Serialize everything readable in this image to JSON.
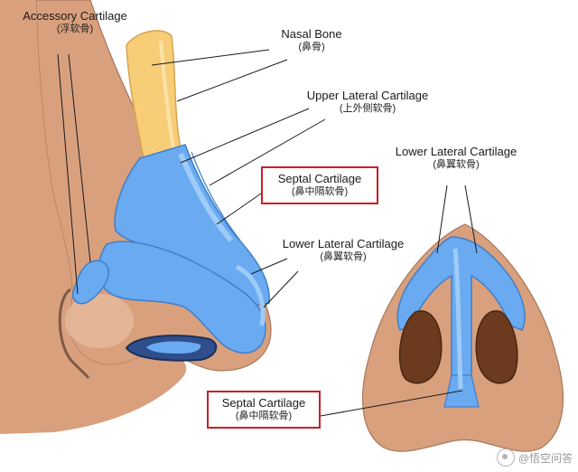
{
  "labels": {
    "accessory_en": "Accessory Cartilage",
    "accessory_zh": "(浮软骨)",
    "nasal_en": "Nasal Bone",
    "nasal_zh": "(鼻骨)",
    "upper_en": "Upper Lateral Cartilage",
    "upper_zh": "(上外侧软骨)",
    "septal_top_en": "Septal Cartilage",
    "septal_top_zh": "(鼻中隔软骨)",
    "lower_side_en": "Lower Lateral Cartilage",
    "lower_side_zh": "(鼻翼软骨)",
    "lower_base_en": "Lower Lateral Cartilage",
    "lower_base_zh": "(鼻翼软骨)",
    "septal_bottom_en": "Septal Cartilage",
    "septal_bottom_zh": "(鼻中隔软骨)"
  },
  "watermark": "@悟空问答",
  "colors": {
    "skin": "#d9a07e",
    "skin_dark": "#c98d6a",
    "outline": "#7d5a45",
    "bone": "#f7cd78",
    "cartilage": "#6aaaf0",
    "cartilage_light": "#9ecbf7",
    "nostril": "#6b3a1f",
    "highlight_box": "#c8202a"
  }
}
